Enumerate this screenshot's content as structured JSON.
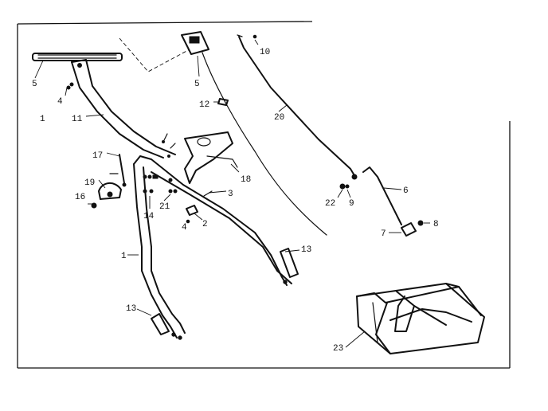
{
  "diagram": {
    "callouts": [
      "5",
      "4",
      "1",
      "11",
      "17",
      "19",
      "16",
      "5",
      "12",
      "10",
      "20",
      "18",
      "3",
      "21",
      "14",
      "2",
      "4",
      "22",
      "9",
      "6",
      "8",
      "7",
      "1",
      "13",
      "13",
      "23"
    ]
  }
}
